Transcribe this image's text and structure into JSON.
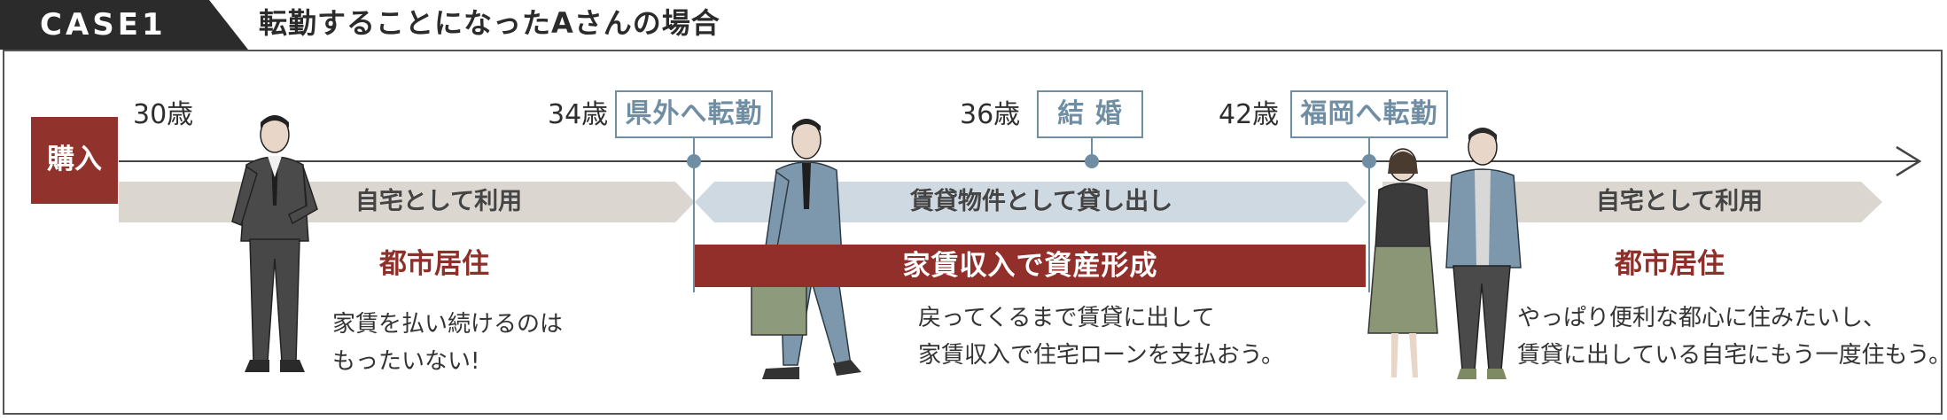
{
  "case": {
    "label": "CASE1",
    "title": "転勤することになったAさんの場合"
  },
  "start_label": "購入",
  "ages": {
    "age_30": "30歳",
    "age_34": "34歳",
    "age_36": "36歳",
    "age_42": "42歳"
  },
  "events": {
    "transfer_prefecture": "県外へ転勤",
    "marriage": "結 婚",
    "transfer_fukuoka": "福岡へ転勤"
  },
  "bands": {
    "home_use_1": "自宅として利用",
    "rental": "賃貸物件として貸し出し",
    "home_use_2": "自宅として利用"
  },
  "equity_bar": "家賃収入で資産形成",
  "sections": {
    "left_head": "都市居住",
    "left_note": "家賃を払い続けるのは\nもったいない!",
    "mid_note": "戻ってくるまで賃貸に出して\n家賃収入で住宅ローンを支払おう。",
    "right_head": "都市居住",
    "right_note": "やっぱり便利な都心に住みたいし、\n賃貸に出している自宅にもう一度住もう。"
  },
  "colors": {
    "accent_red": "#922f2b",
    "event_blue": "#6f8ea3",
    "band_beige": "#dcd6d0",
    "band_blue": "#cfd9e2",
    "timeline": "#444444"
  }
}
